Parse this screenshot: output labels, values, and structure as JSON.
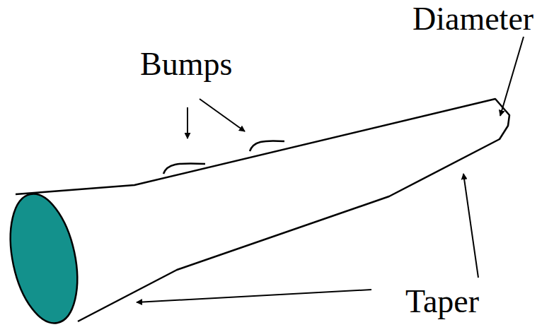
{
  "diagram": {
    "labels": [
      "Bumps",
      "Diameter",
      "Taper"
    ]
  }
}
